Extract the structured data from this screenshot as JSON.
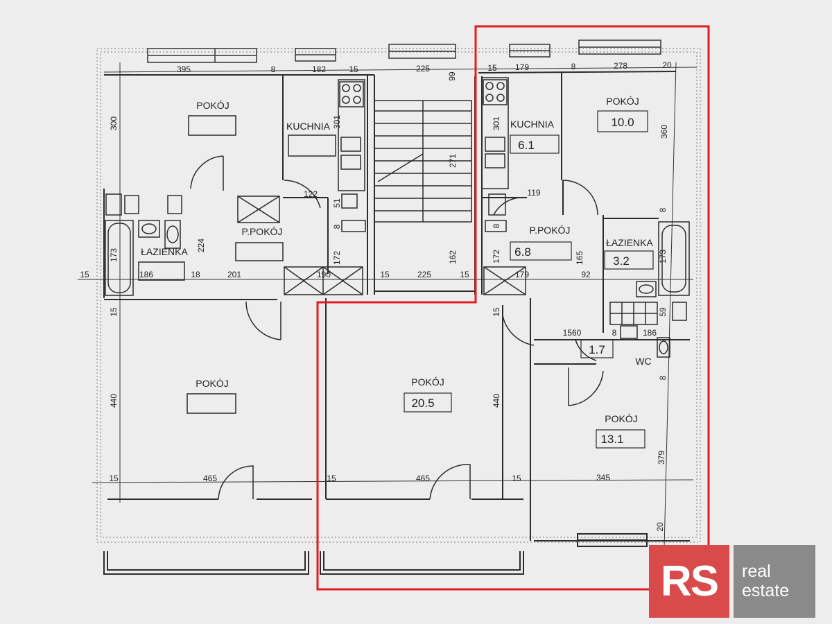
{
  "colors": {
    "paper": "#ededed",
    "ink": "#2b2b2b",
    "highlight": "#e11b22",
    "logo_red": "#d94a4a",
    "logo_gray": "#8a8a8a"
  },
  "rooms": {
    "pokoj_top_left": "POKÓJ",
    "kuchnia_left": "KUCHNIA",
    "ppokoj_left": "P.POKÓJ",
    "lazienka_left": "ŁAZIENKA",
    "pokoj_bottom_left": "POKÓJ",
    "pokoj_center": "POKÓJ",
    "kuchnia_right": "KUCHNIA",
    "pokoj_top_right": "POKÓJ",
    "ppokoj_right": "P.POKÓJ",
    "lazienka_right": "ŁAZIENKA",
    "wc": "WC",
    "pokoj_bottom_right": "POKÓJ"
  },
  "areas": {
    "pokoj_top_right": "10.0",
    "kuchnia_right": "6.1",
    "ppokoj_right": "6.8",
    "lazienka_right": "3.2",
    "wc": "1.7",
    "pokoj_center": "20.5",
    "pokoj_bottom_right": "13.1"
  },
  "dimensions": {
    "t395": "395",
    "t8a": "8",
    "t182": "182",
    "t15a": "15",
    "t225a": "225",
    "t15b": "15",
    "t179a": "179",
    "t8b": "8",
    "t278": "278",
    "t20a": "20",
    "v300": "300",
    "v99": "99",
    "v301a": "301",
    "v271": "271",
    "v301b": "301",
    "v360": "360",
    "d122": "122",
    "d51": "51",
    "d8c": "8",
    "d119": "119",
    "d8d": "8",
    "d8e": "8",
    "v224": "224",
    "v173a": "173",
    "v172a": "172",
    "v162": "162",
    "v172b": "172",
    "v165": "165",
    "v173b": "173",
    "m15a": "15",
    "m186a": "186",
    "m18": "18",
    "m201": "201",
    "m190": "190",
    "m15c": "15",
    "m225b": "225",
    "m15d": "15",
    "m179b": "179",
    "m92": "92",
    "m8f": "8",
    "m186b": "186",
    "v15e": "15",
    "v15f": "15",
    "v59": "59",
    "m1560": "1560",
    "v8g": "8",
    "v440a": "440",
    "v440b": "440",
    "v379": "379",
    "v20b": "20",
    "b15a": "15",
    "b465a": "465",
    "b15b": "15",
    "b465b": "465",
    "b15c": "15",
    "b345": "345"
  },
  "logo": {
    "mark": "RS",
    "line1": "real",
    "line2": "estate"
  }
}
